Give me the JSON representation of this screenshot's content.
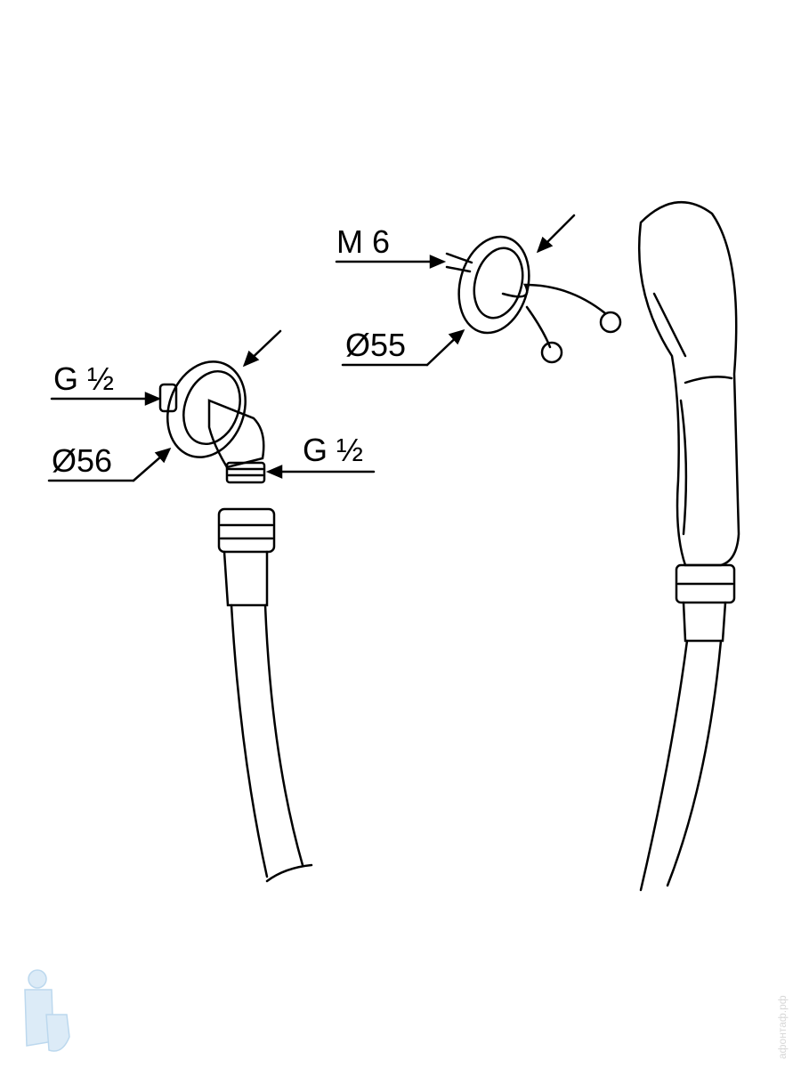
{
  "labels": {
    "wall_outlet_inlet_thread": "G ½",
    "wall_outlet_diameter": "Ø56",
    "wall_outlet_outlet_thread": "G ½",
    "holder_screw": "M 6",
    "holder_diameter": "Ø55"
  },
  "watermark": "афонтаф.рф",
  "colors": {
    "line": "#000000",
    "logo": "#bcd8ee"
  }
}
